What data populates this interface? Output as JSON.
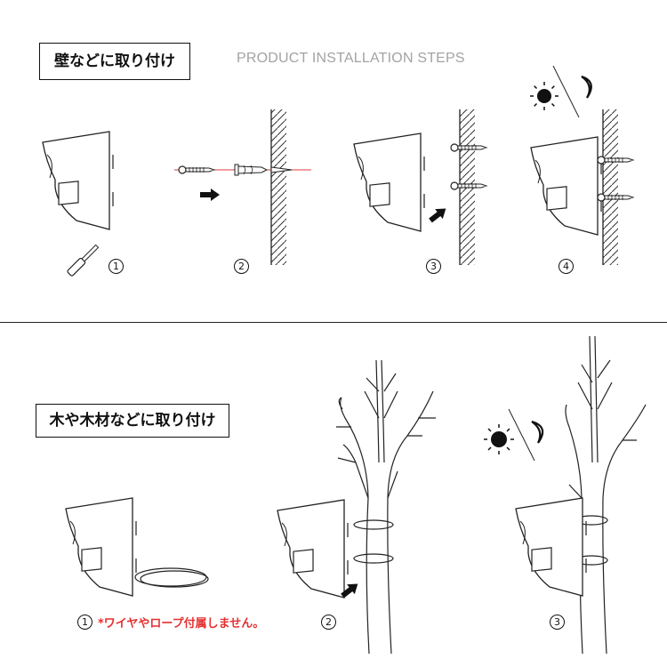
{
  "wall_section": {
    "label": "壁などに取り付け",
    "subtitle": "PRODUCT INSTALLATION STEPS",
    "steps": [
      "1",
      "2",
      "3",
      "4"
    ]
  },
  "tree_section": {
    "label": "木や木材などに取り付け",
    "steps": [
      "1",
      "2",
      "3"
    ],
    "note": "*ワイヤやロープ付属しません。"
  },
  "icons": [
    "camera-icon",
    "screwdriver-icon",
    "screw-icon",
    "wall-anchor-icon",
    "arrow-icon",
    "wall-icon",
    "sun-icon",
    "moon-icon",
    "tree-icon",
    "wire-loop-icon"
  ],
  "colors": {
    "note": "#e53030",
    "subtitle": "#a3a3a3",
    "laser_line": "#e03b3b"
  }
}
